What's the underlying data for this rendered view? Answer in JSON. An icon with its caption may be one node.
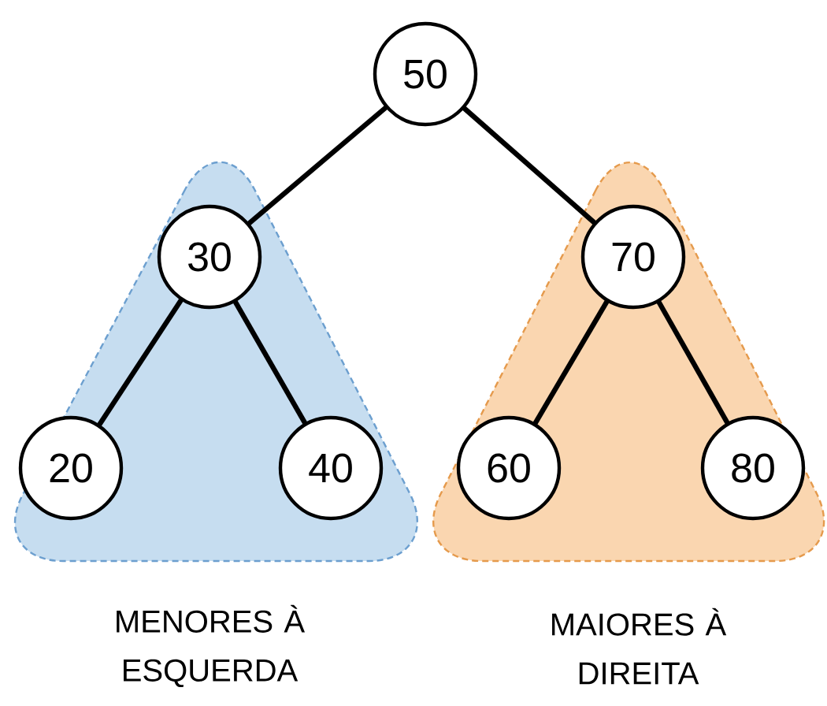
{
  "diagram": {
    "nodes": [
      {
        "text": [
          "50"
        ]
      },
      {
        "text": [
          "MENORES À ESQUERDA"
        ]
      },
      {
        "text": [
          "30"
        ],
        "in": 1
      },
      {
        "text": [
          "20"
        ],
        "in": 1
      },
      {
        "text": [
          "40"
        ],
        "in": 1
      },
      {
        "text": [
          "MAIORES À DIREITA"
        ]
      },
      {
        "text": [
          "70"
        ],
        "in": 5
      },
      {
        "text": [
          "60"
        ],
        "in": 5
      },
      {
        "text": [
          "80"
        ],
        "in": 5
      }
    ],
    "edges": [
      {
        "from": 0,
        "to": 2,
        "arrow": "none"
      },
      {
        "from": 0,
        "to": 6,
        "arrow": "none"
      },
      {
        "from": 2,
        "to": 3,
        "arrow": "none"
      },
      {
        "from": 2,
        "to": 4,
        "arrow": "none"
      },
      {
        "from": 6,
        "to": 7,
        "arrow": "none"
      },
      {
        "from": 6,
        "to": 8,
        "arrow": "none"
      }
    ]
  }
}
